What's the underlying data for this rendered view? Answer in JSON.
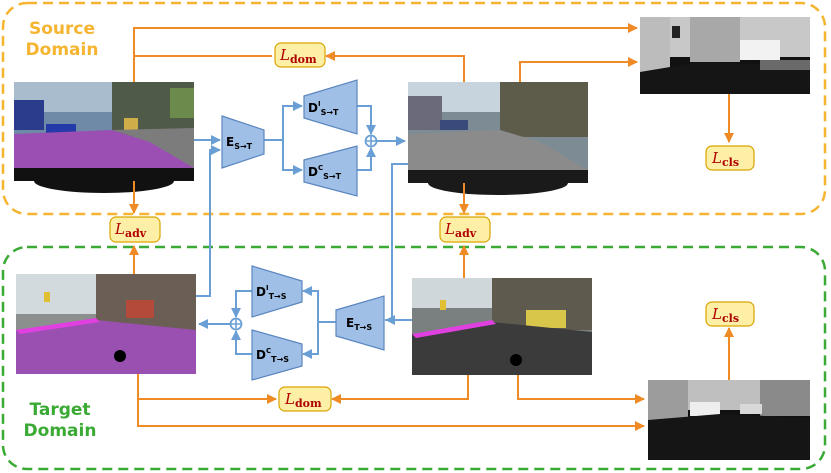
{
  "labels": {
    "source_domain_line1": "Source",
    "source_domain_line2": "Domain",
    "target_domain_line1": "Target",
    "target_domain_line2": "Domain"
  },
  "losses": {
    "dom": {
      "symbol": "L",
      "sub": "dom"
    },
    "adv": {
      "symbol": "L",
      "sub": "adv"
    },
    "cls": {
      "symbol": "L",
      "sub": "cls"
    }
  },
  "networks": {
    "encoder_s2t": {
      "name": "E",
      "sub": "S→T"
    },
    "decoder_i_s2t": {
      "name": "D",
      "sup": "I",
      "sub": "S→T"
    },
    "decoder_c_s2t": {
      "name": "D",
      "sup": "C",
      "sub": "S→T"
    },
    "encoder_t2s": {
      "name": "E",
      "sub": "T→S"
    },
    "decoder_i_t2s": {
      "name": "D",
      "sup": "I",
      "sub": "T→S"
    },
    "decoder_c_t2s": {
      "name": "D",
      "sup": "C",
      "sub": "T→S"
    }
  },
  "colors": {
    "source_box": "#f5b531",
    "target_box": "#3aaa35",
    "arrow_orange": "#f08a24",
    "arrow_blue": "#6a9fd6",
    "net_fill": "#9fbfe6",
    "net_stroke": "#5a86c0",
    "loss_fill": "#fdefa6",
    "loss_stroke": "#d9a400",
    "loss_text": "#b00000"
  }
}
